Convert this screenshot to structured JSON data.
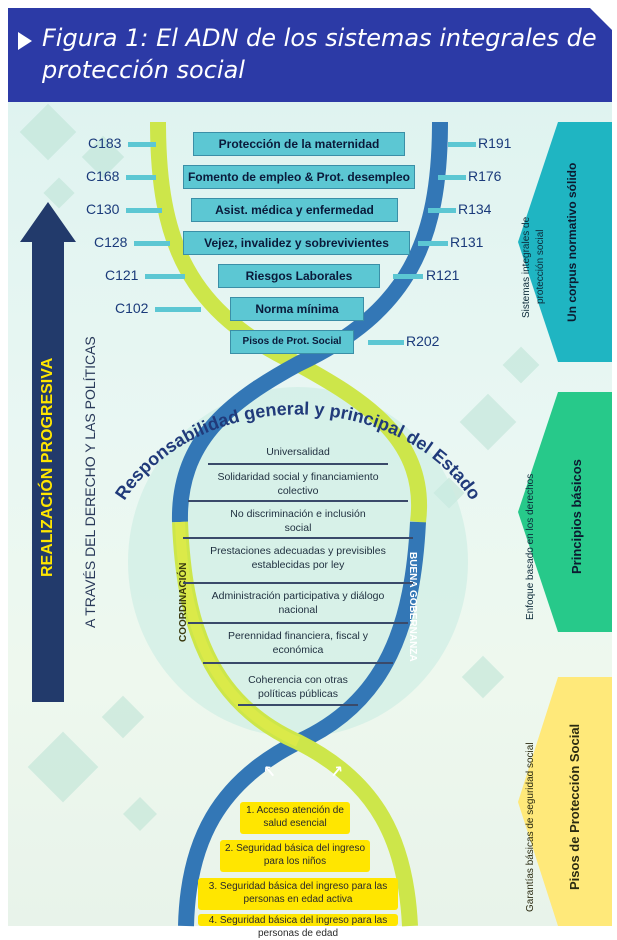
{
  "title": "Figura 1: El ADN de los sistemas integrales de protección social",
  "left_axis": {
    "arrow_label": "REALIZACIÓN PROGRESIVA",
    "sub_label": "A TRAVÉS DEL DERECHO Y LAS POLÍTICAS"
  },
  "rungs": [
    {
      "left_code": "C183",
      "label": "Protección de la maternidad",
      "right_code": "R191"
    },
    {
      "left_code": "C168",
      "label": "Fomento de empleo & Prot. desempleo",
      "right_code": "R176"
    },
    {
      "left_code": "C130",
      "label": "Asist. médica y enfermedad",
      "right_code": "R134"
    },
    {
      "left_code": "C128",
      "label": "Vejez, invalidez y sobrevivientes",
      "right_code": "R131"
    },
    {
      "left_code": "C121",
      "label": "Riesgos Laborales",
      "right_code": "R121"
    },
    {
      "left_code": "C102",
      "label": "Norma mínima",
      "right_code": ""
    },
    {
      "left_code": "",
      "label": "Pisos de Prot. Social",
      "right_code": "R202"
    }
  ],
  "arc_label": "Responsabilidad general y principal del Estado",
  "strand_left_label": "COORDINACIÓN",
  "strand_right_label": "BUENA GOBERNANZA",
  "principles": [
    "Universalidad",
    "Solidaridad social y financiamiento colectivo",
    "No discriminación  e inclusión social",
    "Prestaciones adecuadas y previsibles establecidas por ley",
    "Administración participativa y diálogo nacional",
    "Perennidad financiera, fiscal y económica",
    "Coherencia con otras políticas públicas"
  ],
  "guarantees": [
    "1. Acceso atención de salud esencial",
    "2. Seguridad básica del ingreso para los niños",
    "3. Seguridad básica del ingreso para las personas en edad activa",
    "4. Seguridad básica del ingreso para las personas de edad"
  ],
  "side_panels": [
    {
      "subtitle": "Sistemas integrales de protección social",
      "title": "Un corpus normativo sólido",
      "color": "#1fb5c2"
    },
    {
      "subtitle": "Enfoque basado en los derechos",
      "title": "Principios básicos",
      "color": "#27c98a"
    },
    {
      "subtitle": "Garantías básicas de seguridad social",
      "title": "Pisos de Protección Social",
      "color": "#ffe97a"
    }
  ]
}
